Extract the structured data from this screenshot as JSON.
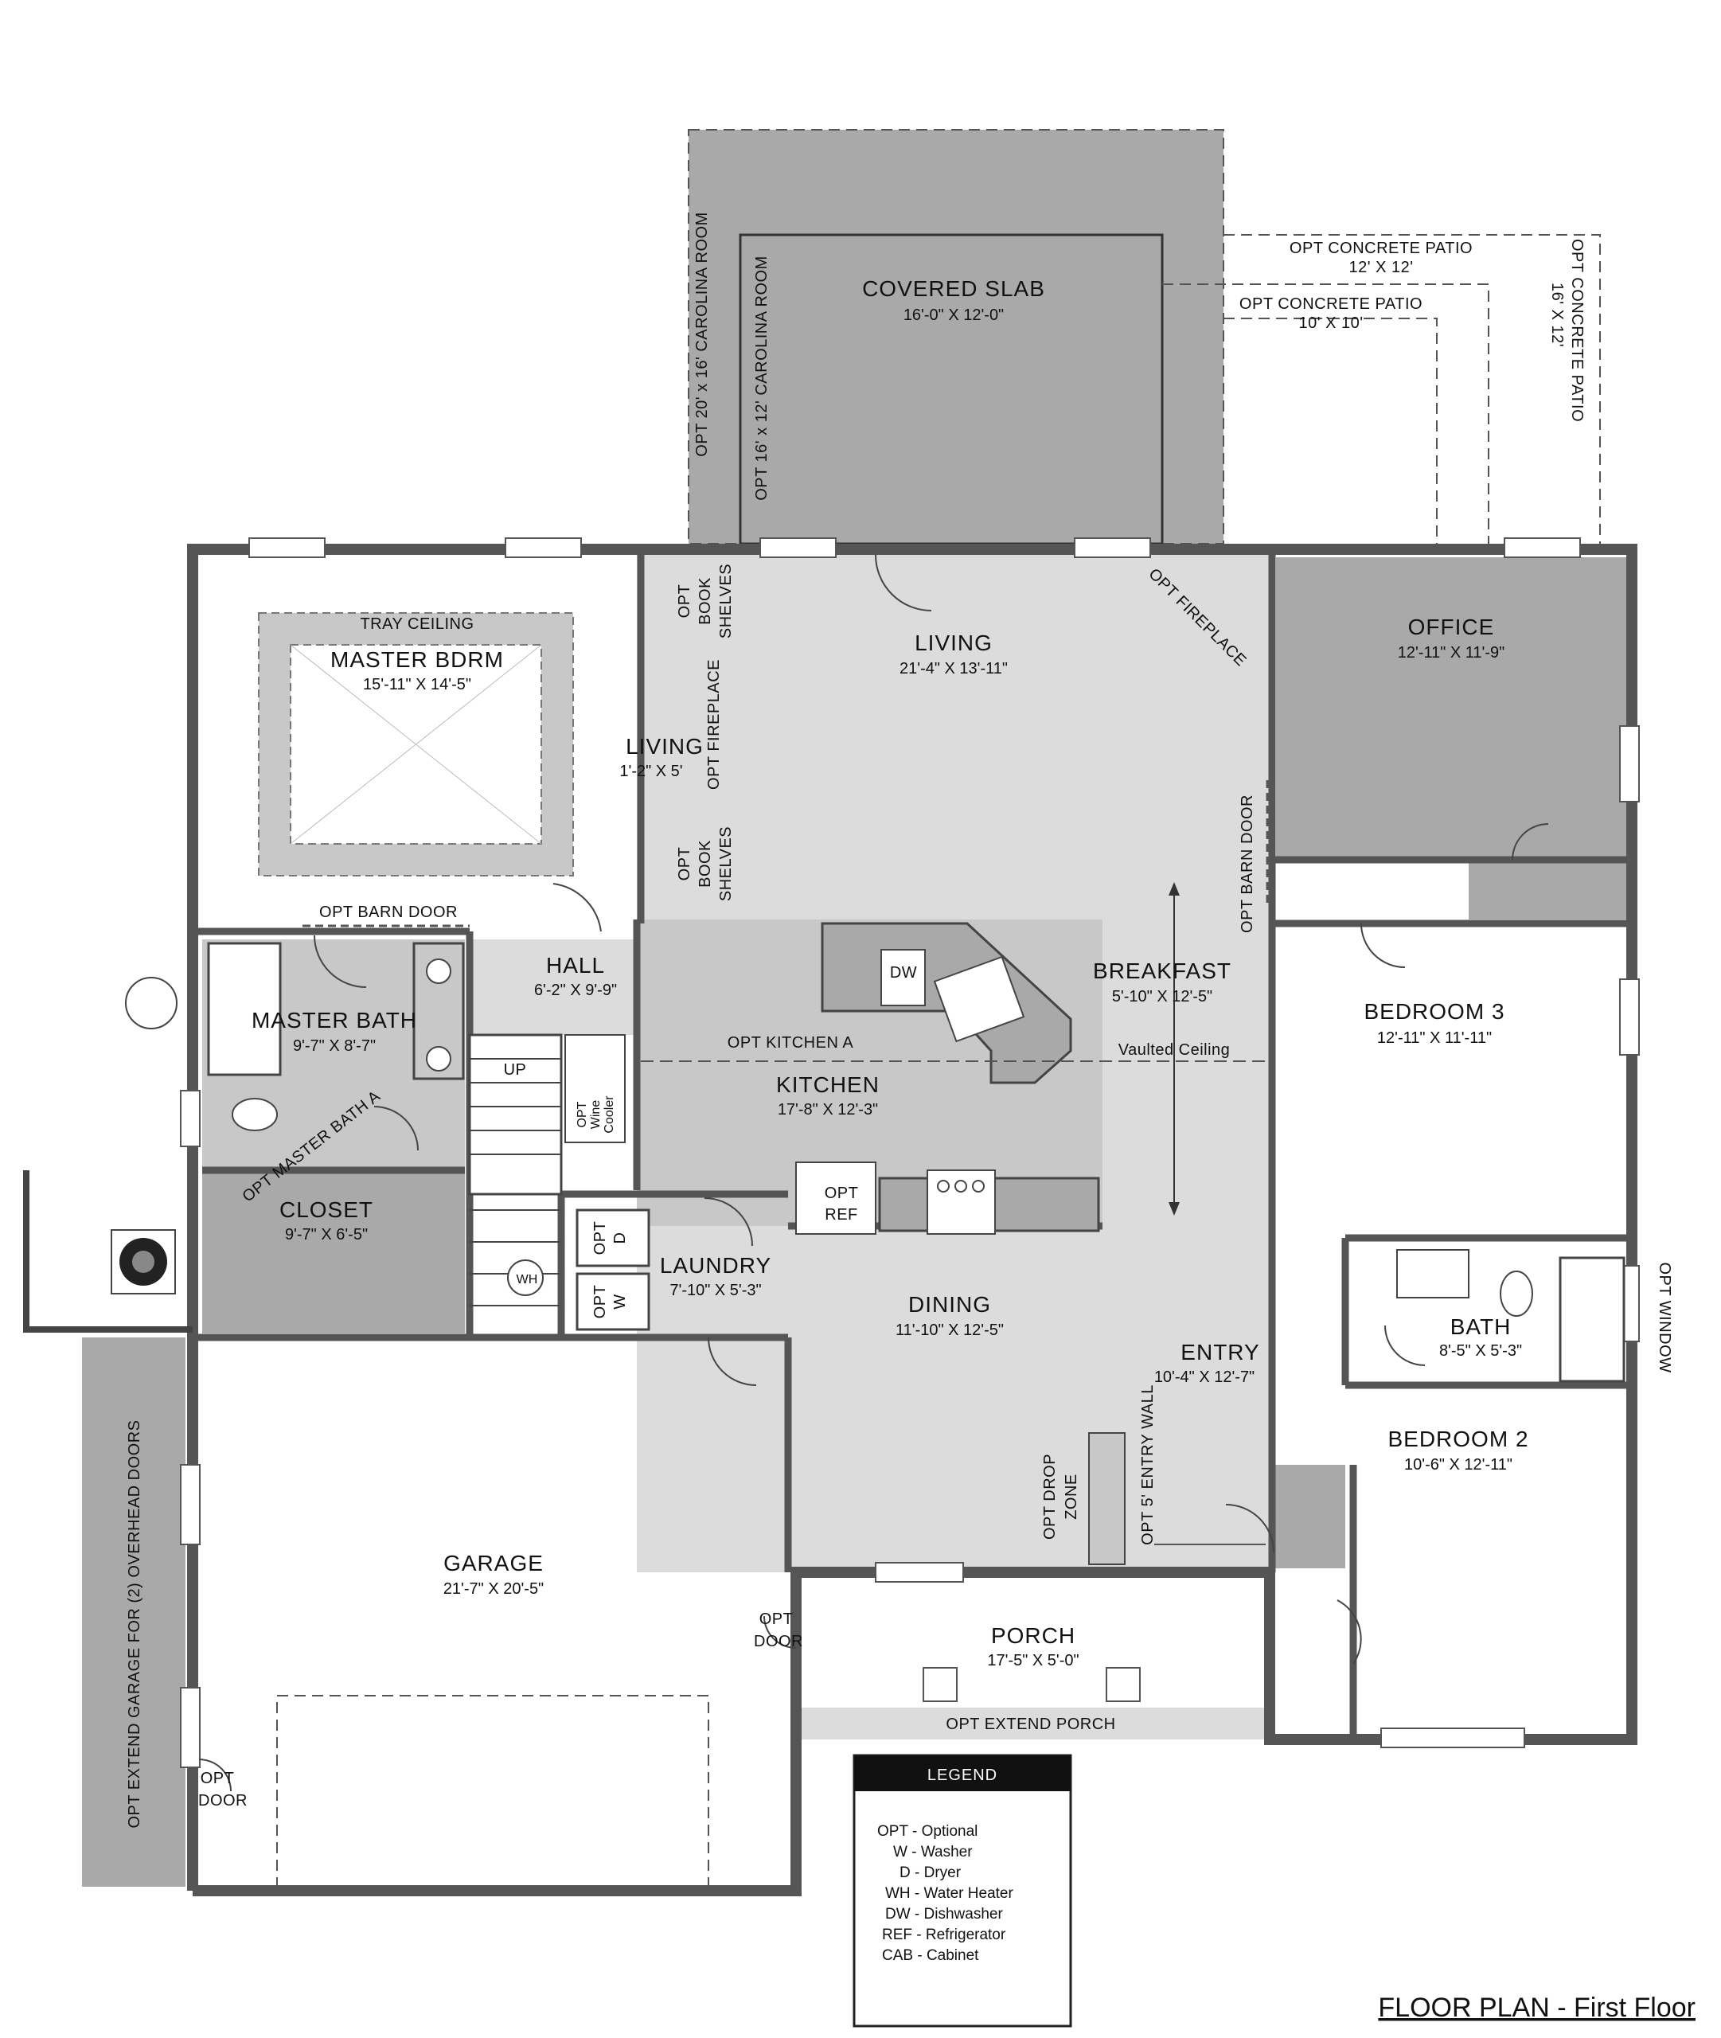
{
  "title": "FLOOR PLAN - First Floor",
  "colors": {
    "wall": "#555555",
    "room_dark": "#a9a9a9",
    "room_mid": "#c8c8c8",
    "room_light": "#dcdcdc",
    "room_white": "#ffffff"
  },
  "rooms": {
    "covered_slab": {
      "name": "COVERED SLAB",
      "dim": "16'-0\" X 12'-0\""
    },
    "living": {
      "name": "LIVING",
      "dim": "21'-4\" X 13'-11\""
    },
    "living_alt": {
      "name": "LIVING",
      "dim": "1'-2\" X 5'"
    },
    "office": {
      "name": "OFFICE",
      "dim": "12'-11\" X 11'-9\""
    },
    "master_bdrm": {
      "name": "MASTER BDRM",
      "dim": "15'-11\" X 14'-5\""
    },
    "master_bath": {
      "name": "MASTER BATH",
      "dim": "9'-7\" X 8'-7\""
    },
    "closet": {
      "name": "CLOSET",
      "dim": "9'-7\" X 6'-5\""
    },
    "hall": {
      "name": "HALL",
      "dim": "6'-2\" X 9'-9\""
    },
    "kitchen": {
      "name": "KITCHEN",
      "dim": "17'-8\" X 12'-3\""
    },
    "breakfast": {
      "name": "BREAKFAST",
      "dim": "5'-10\" X 12'-5\""
    },
    "bedroom3": {
      "name": "BEDROOM 3",
      "dim": "12'-11\" X 11'-11\""
    },
    "laundry": {
      "name": "LAUNDRY",
      "dim": "7'-10\" X 5'-3\""
    },
    "dining": {
      "name": "DINING",
      "dim": "11'-10\" X 12'-5\""
    },
    "entry": {
      "name": "ENTRY",
      "dim": "10'-4\" X 12'-7\""
    },
    "bath": {
      "name": "BATH",
      "dim": "8'-5\" X 5'-3\""
    },
    "bedroom2": {
      "name": "BEDROOM 2",
      "dim": "10'-6\" X 12'-11\""
    },
    "garage": {
      "name": "GARAGE",
      "dim": "21'-7\" X 20'-5\""
    },
    "porch": {
      "name": "PORCH",
      "dim": "17'-5\" X 5'-0\""
    }
  },
  "labels": {
    "opt_carolina_20": "OPT 20' x 16' CAROLINA ROOM",
    "opt_carolina_16": "OPT 16' x 12' CAROLINA ROOM",
    "opt_patio_12": "OPT CONCRETE PATIO",
    "opt_patio_12_dim": "12' X 12'",
    "opt_patio_10": "OPT CONCRETE PATIO",
    "opt_patio_10_dim": "10' X 10'",
    "opt_patio_16": "OPT CONCRETE PATIO",
    "opt_patio_16_dim": "16' X 12'",
    "tray_ceiling": "TRAY CEILING",
    "opt_barn_door_master": "OPT BARN DOOR",
    "opt_barn_door_office": "OPT BARN DOOR",
    "opt_fireplace_living": "OPT FIREPLACE",
    "opt_fireplace_corner": "OPT FIREPLACE",
    "opt_book_1": "OPT",
    "opt_book_2": "BOOK",
    "opt_book_3": "SHELVES",
    "opt_kitchen_a": "OPT KITCHEN A",
    "vaulted": "Vaulted Ceiling",
    "dw": "DW",
    "opt_ref_1": "OPT",
    "opt_ref_2": "REF",
    "opt_wine_1": "OPT",
    "opt_wine_2": "Wine",
    "opt_wine_3": "Cooler",
    "up": "UP",
    "wh": "WH",
    "opt_d": "OPT",
    "d": "D",
    "opt_w": "OPT",
    "w": "W",
    "opt_master_bath_a": "OPT MASTER BATH A",
    "opt_drop_zone_1": "OPT DROP",
    "opt_drop_zone_2": "ZONE",
    "opt_entry_wall": "OPT 5' ENTRY WALL",
    "opt_door_porch_1": "OPT",
    "opt_door_porch_2": "DOOR",
    "opt_door_garage_1": "OPT",
    "opt_door_garage_2": "DOOR",
    "opt_window": "OPT WINDOW",
    "opt_extend_porch": "OPT EXTEND PORCH",
    "opt_extend_garage": "OPT EXTEND GARAGE FOR (2) OVERHEAD DOORS"
  },
  "legend": {
    "title": "LEGEND",
    "items": [
      "OPT - Optional",
      "W - Washer",
      "D - Dryer",
      "WH - Water Heater",
      "DW - Dishwasher",
      "REF - Refrigerator",
      "CAB - Cabinet"
    ]
  }
}
